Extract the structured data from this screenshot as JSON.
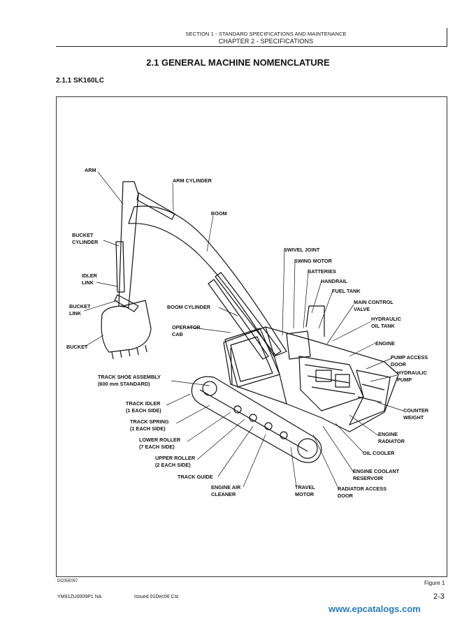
{
  "header": {
    "section": "SECTION 1 - STANDARD SPECIFICATIONS AND MAINTENANCE",
    "chapter": "CHAPTER 2 - SPECIFICATIONS"
  },
  "title": "2.1  GENERAL MACHINE NOMENCLATURE",
  "subtitle": "2.1.1  SK160LC",
  "labels": {
    "arm": "ARM",
    "arm_cylinder": "ARM CYLINDER",
    "boom": "BOOM",
    "bucket_cylinder": "BUCKET\nCYLINDER",
    "idler_link": "IDLER\nLINK",
    "bucket_link": "BUCKET\nLINK",
    "bucket": "BUCKET",
    "boom_cylinder": "BOOM CYLINDER",
    "operator_cab": "OPERATOR\nCAB",
    "track_shoe": "TRACK SHOE ASSEMBLY\n(600 mm STANDARD)",
    "track_idler": "TRACK IDLER\n(1 EACH SIDE)",
    "track_spring": "TRACK SPRING\n(1 EACH SIDE)",
    "lower_roller": "LOWER ROLLER\n(7 EACH SIDE)",
    "upper_roller": "UPPER ROLLER\n(2 EACH SIDE)",
    "track_guide": "TRACK GUIDE",
    "engine_air_cleaner": "ENGINE AIR\nCLEANER",
    "travel_motor": "TRAVEL\nMOTOR",
    "radiator_access_door": "RADIATOR ACCESS\nDOOR",
    "engine_coolant_reservoir": "ENGINE COOLANT\nRESERVOIR",
    "oil_cooler": "OIL COOLER",
    "engine_radiator": "ENGINE\nRADIATOR",
    "counter_weight": "COUNTER\nWEIGHT",
    "hydraulic_pump": "HYDRAULIC\nPUMP",
    "pump_access_door": "PUMP ACCESS\nDOOR",
    "engine": "ENGINE",
    "hydraulic_oil_tank": "HYDRAULIC\nOIL TANK",
    "main_control_valve": "MAIN CONTROL\nVALVE",
    "fuel_tank": "FUEL TANK",
    "handrail": "HANDRAIL",
    "batteries": "BATTERIES",
    "swing_motor": "SWING MOTOR",
    "swivel_joint": "SWIVEL JOINT"
  },
  "figure_code": "DC05E057",
  "figure_label": "Figure 1",
  "footer": {
    "doc_id": "YM91ZU0009P1 NA",
    "issued": "Issued 01Dec06   Cst",
    "page": "2-3"
  },
  "watermark": "www.epcatalogs.com"
}
